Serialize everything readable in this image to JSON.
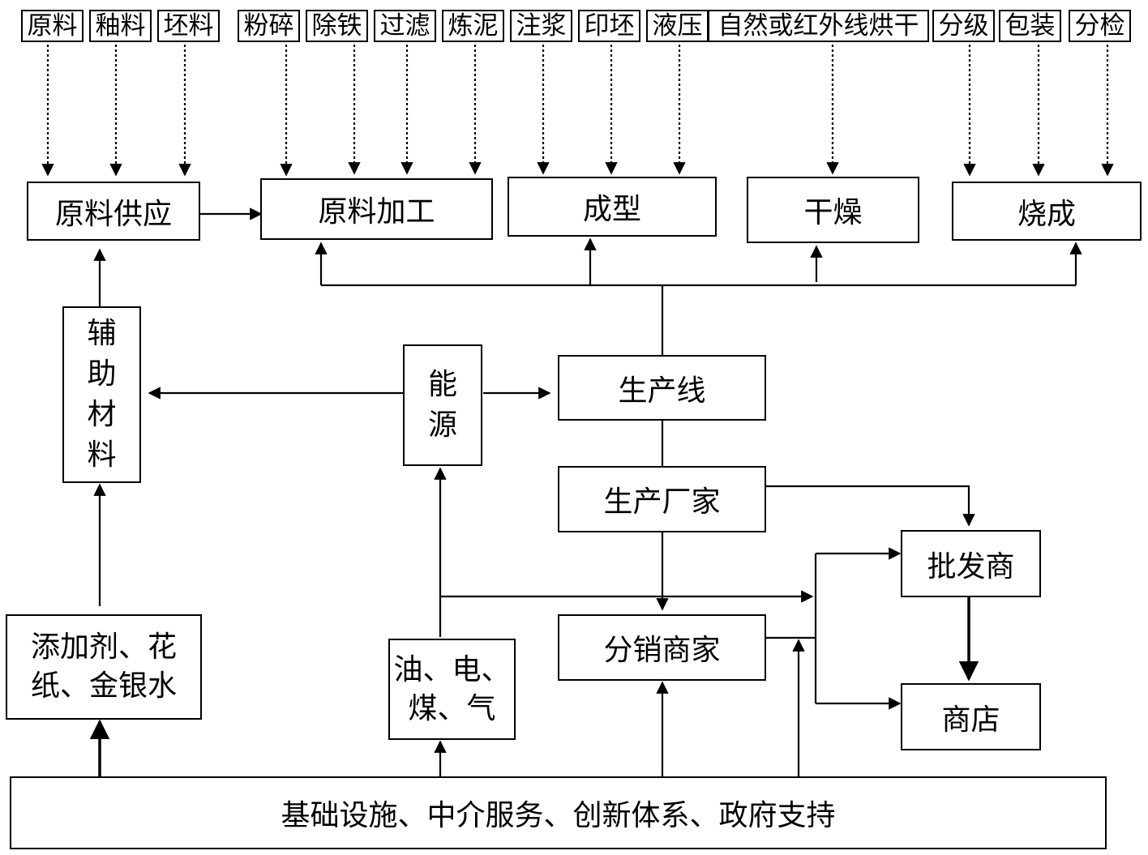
{
  "top_labels": {
    "raw_material": "原料",
    "glaze": "釉料",
    "blank": "坯料",
    "crushing": "粉碎",
    "iron_removal": "除铁",
    "filtering": "过滤",
    "mud_refining": "炼泥",
    "slip_casting": "注浆",
    "stamping": "印坯",
    "hydraulic_pressing": "液压",
    "drying_method": "自然或红外线烘干",
    "grading": "分级",
    "packaging": "包装",
    "inspection": "分检"
  },
  "stages": {
    "raw_supply": "原料供应",
    "raw_processing": "原料加工",
    "forming": "成型",
    "drying": "干燥",
    "firing": "烧成"
  },
  "nodes": {
    "auxiliary_materials": [
      "辅",
      "助",
      "材",
      "料"
    ],
    "energy": [
      "能",
      "源"
    ],
    "production_line": "生产线",
    "manufacturer": "生产厂家",
    "distributor": "分销商家",
    "wholesaler": "批发商",
    "store": "商店",
    "additives_line1": "添加剂、花",
    "additives_line2": "纸、金银水",
    "fuel_line1": "油、电、",
    "fuel_line2": "煤、气",
    "support": "基础设施、中介服务、创新体系、政府支持"
  }
}
